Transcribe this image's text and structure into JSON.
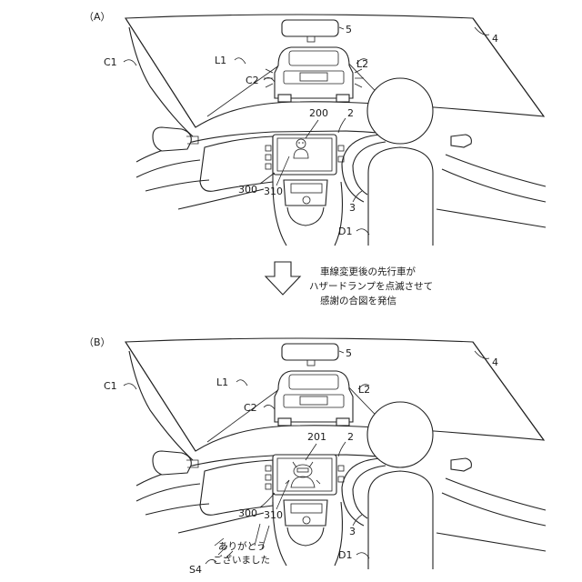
{
  "panels": [
    {
      "id": "A",
      "title": "（A）",
      "labels": {
        "windshield": "4",
        "mirror": "5",
        "pillar": "C1",
        "line_l1": "L1",
        "line_l2": "L2",
        "lead_car": "C2",
        "dashboard": "2",
        "icon": "200",
        "display": "300",
        "screen": "310",
        "wheel": "3",
        "driver": "D1"
      }
    },
    {
      "id": "B",
      "title": "（B）",
      "labels": {
        "windshield": "4",
        "mirror": "5",
        "pillar": "C1",
        "line_l1": "L1",
        "line_l2": "L2",
        "lead_car": "C2",
        "dashboard": "2",
        "icon": "201",
        "display": "300",
        "screen": "310",
        "wheel": "3",
        "driver": "D1",
        "speech_label": "S4",
        "speech_line1": "ありがとう",
        "speech_line2": "ございました"
      }
    }
  ],
  "transition": {
    "line1": "車線変更後の先行車が",
    "line2": "ハザードランプを点滅させて",
    "line3": "感謝の合図を発信"
  }
}
